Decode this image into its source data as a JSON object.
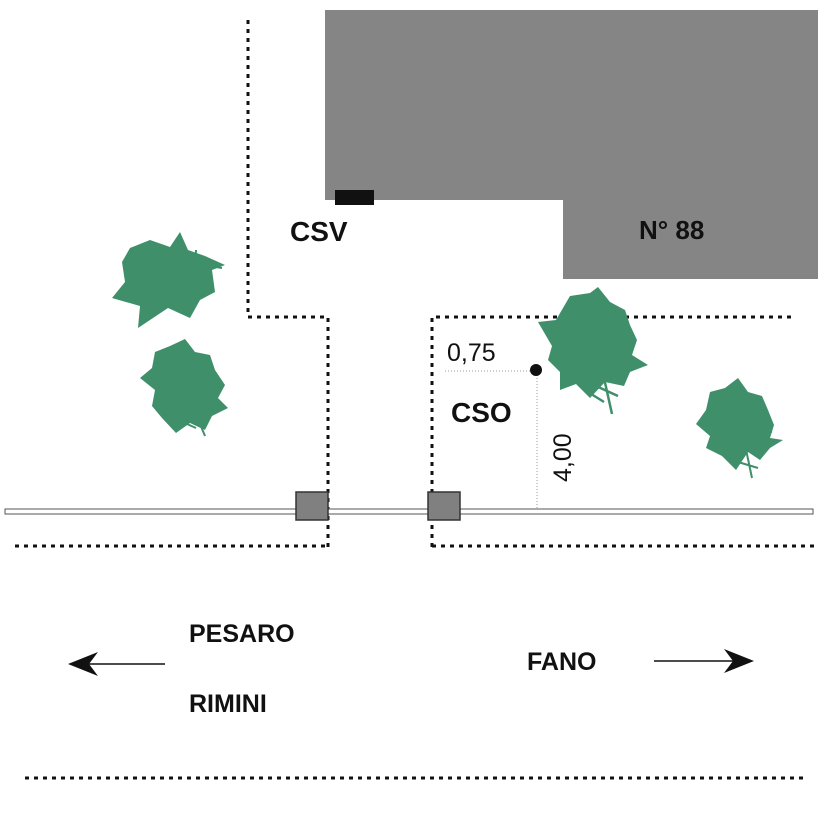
{
  "labels": {
    "csv": "CSV",
    "building_number": "N° 88",
    "cso": "CSO",
    "pesaro": "PESARO",
    "rimini": "RIMINI",
    "fano": "FANO"
  },
  "dimensions": {
    "horizontal_offset": "0,75",
    "vertical_offset": "4,00"
  },
  "colors": {
    "building": "#858585",
    "tree": "#3f8f6b",
    "boundary": "#111111",
    "pipe_box": "#808080",
    "csv_marker": "#111111"
  },
  "icons": {
    "left_arrow": "arrow-left-icon",
    "right_arrow": "arrow-right-icon",
    "tree": "tree-icon",
    "manhole": "manhole-box-icon"
  }
}
